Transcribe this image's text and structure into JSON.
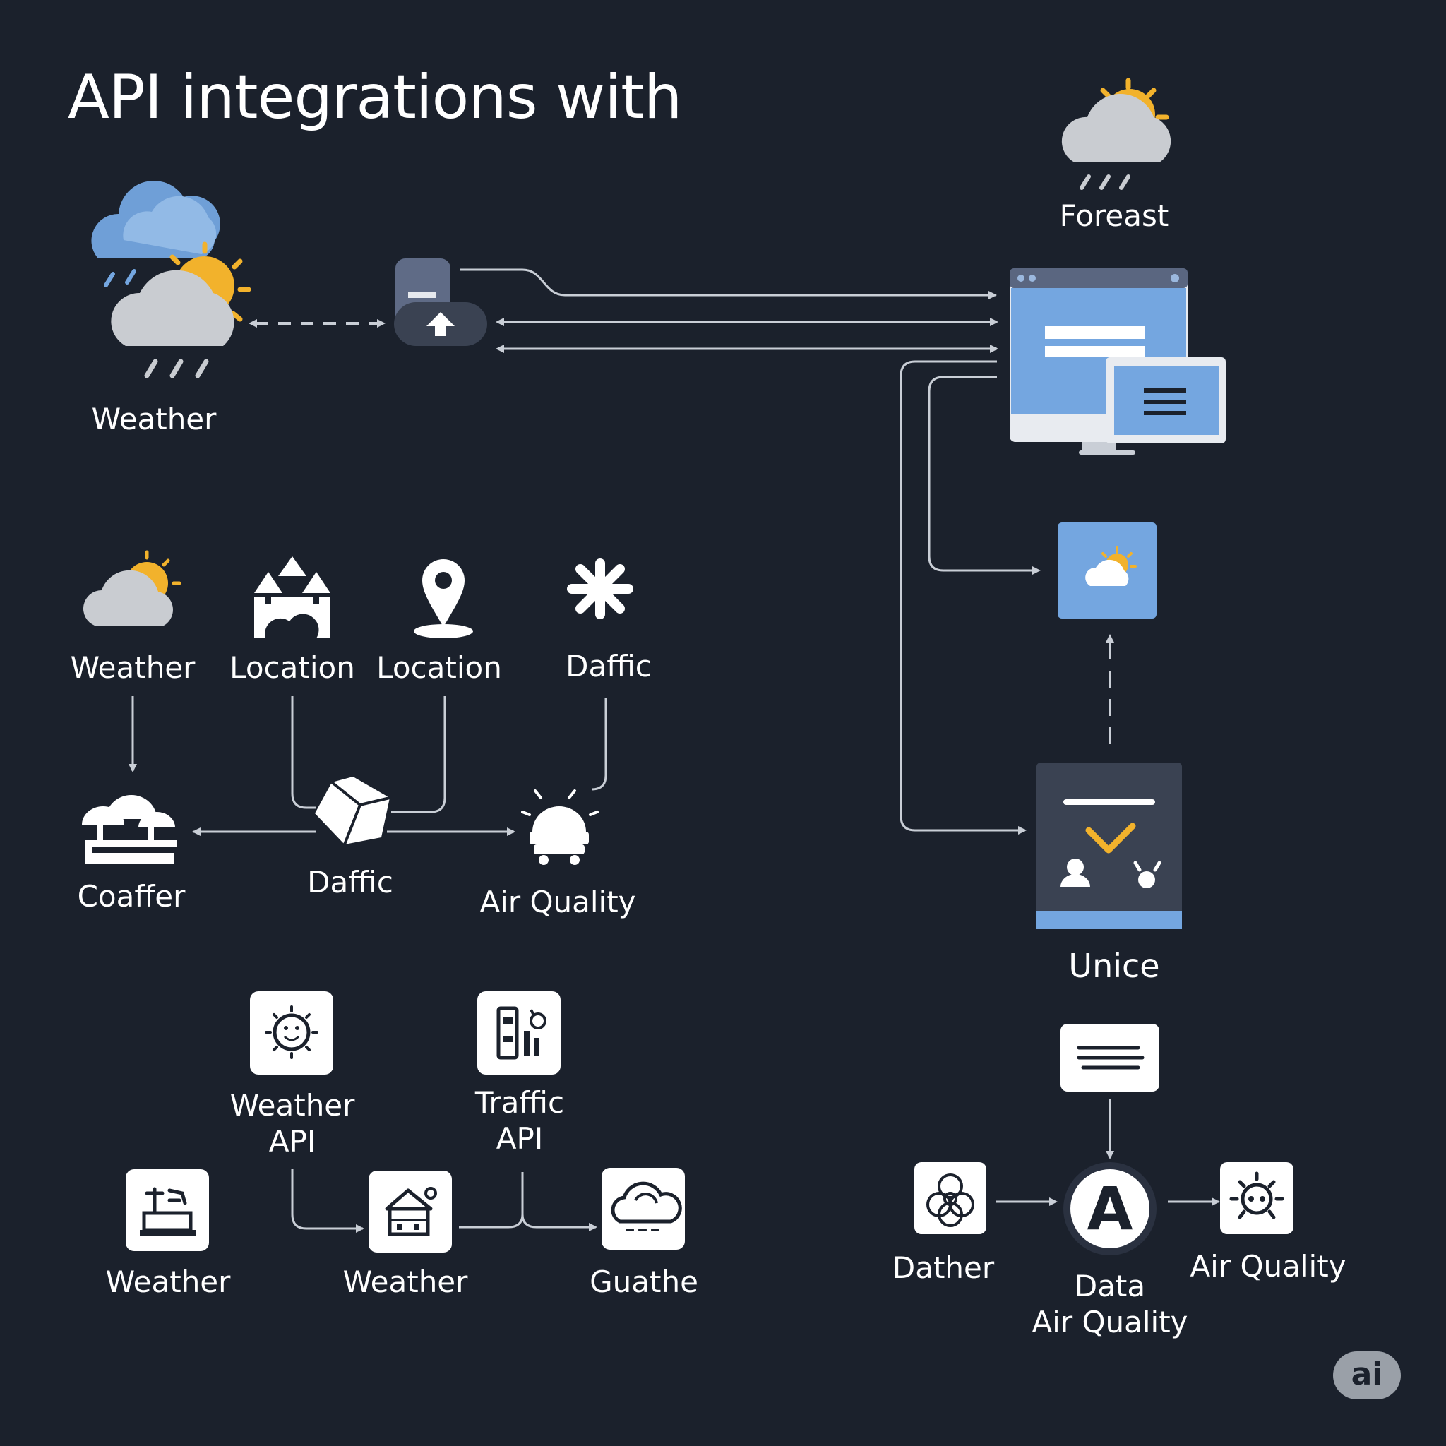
{
  "title": "API integrations with",
  "top": {
    "weather_label": "Weather",
    "forecast_label": "Foreast"
  },
  "middle": {
    "weather_label": "Weather",
    "location1_label": "Location",
    "location2_label": "Location",
    "daffic_top_label": "Daffic",
    "coaffer_label": "Coaffer",
    "daffic_center_label": "Daffic",
    "air_quality_label": "Air Quality"
  },
  "right": {
    "unice_label": "Unice",
    "dather_label": "Dather",
    "data_air_quality_line1": "Data",
    "data_air_quality_line2": "Air Quality",
    "air_quality_label": "Air Quality",
    "hub_letter": "A"
  },
  "bottom": {
    "weather_api_line1": "Weather",
    "weather_api_line2": "API",
    "traffic_api_line1": "Traffic",
    "traffic_api_line2": "API",
    "weather_left_label": "Weather",
    "weather_mid_label": "Weather",
    "guathe_label": "Guathe"
  },
  "badge": "ai",
  "colors": {
    "background": "#1b212c",
    "connector": "#c9ced6",
    "accent_blue": "#74a6e0",
    "sun": "#f2b22c",
    "cloud": "#c9ccd1",
    "panel": "#3a4252"
  }
}
